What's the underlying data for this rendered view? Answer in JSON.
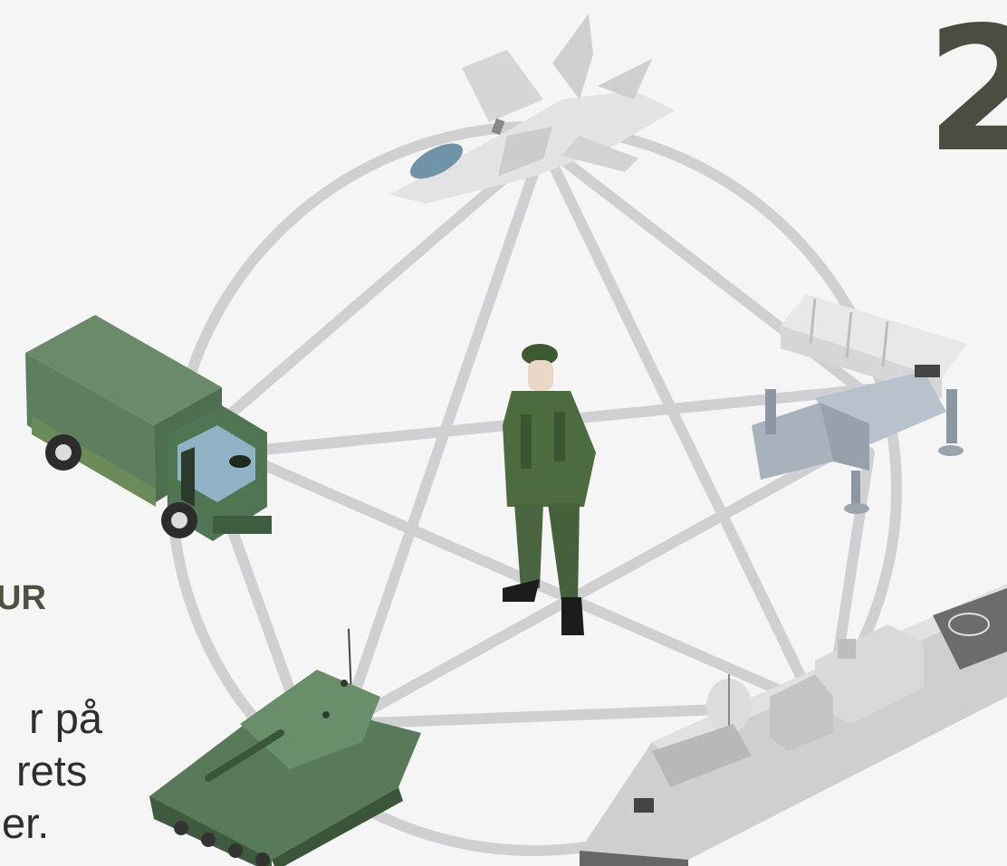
{
  "page_number": "2",
  "heading_fragment": "UR",
  "body_lines": [
    "r på",
    "rets",
    "er."
  ],
  "colors": {
    "background": "#f5f5f5",
    "network_lines": "#d0d0d3",
    "heading": "#4f5240",
    "number": "#4a4d3f",
    "body_text": "#2e2e2e",
    "army_green": "#5b7a5b",
    "light_grey": "#d9d9d9"
  },
  "icons": [
    "fighter-jet-icon",
    "military-truck-icon",
    "soldier-icon",
    "missile-launcher-icon",
    "armored-vehicle-icon",
    "frigate-ship-icon"
  ]
}
